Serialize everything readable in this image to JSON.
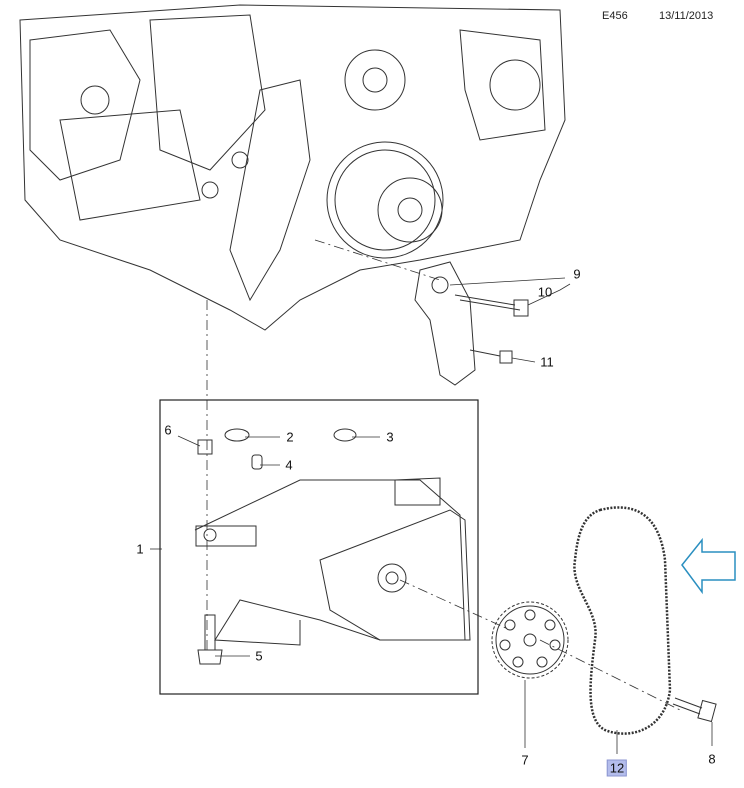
{
  "header": {
    "code": "E456",
    "date": "13/11/2013"
  },
  "callouts": {
    "c1": "1",
    "c2": "2",
    "c3": "3",
    "c4": "4",
    "c5": "5",
    "c6": "6",
    "c7": "7",
    "c8": "8",
    "c9": "9",
    "c10": "10",
    "c11": "11",
    "c12": "12"
  },
  "colors": {
    "line": "#222222",
    "arrow": "#2a8fc0",
    "highlight": "#b4bdec"
  }
}
